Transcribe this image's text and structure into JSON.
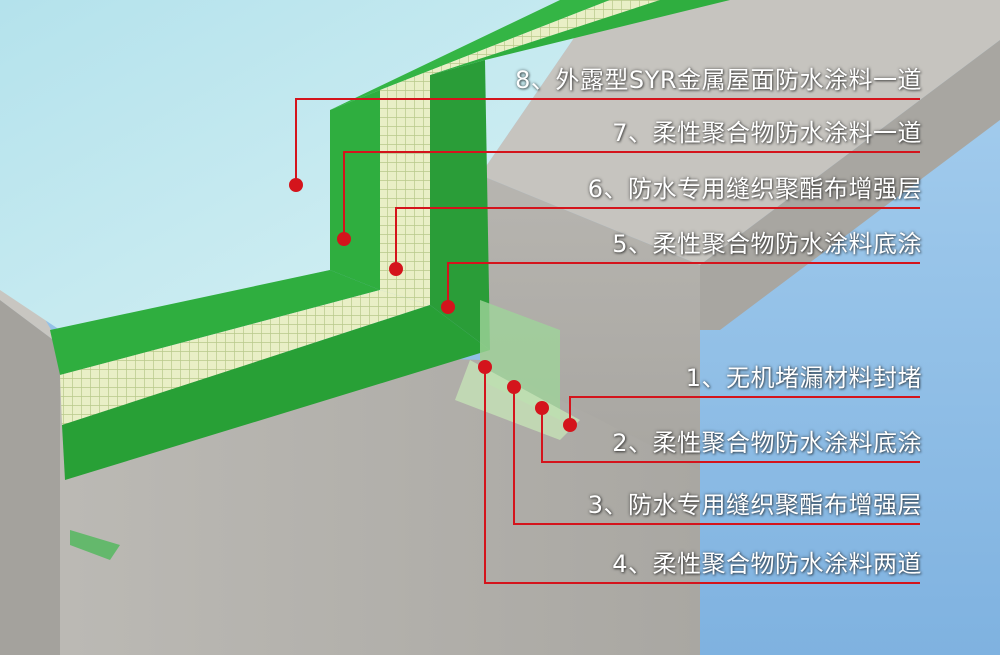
{
  "labels": [
    {
      "id": "8",
      "text": "8、外露型SYR金属屋面防水涂料一道"
    },
    {
      "id": "7",
      "text": "7、柔性聚合物防水涂料一道"
    },
    {
      "id": "6",
      "text": "6、防水专用缝织聚酯布增强层"
    },
    {
      "id": "5",
      "text": "5、柔性聚合物防水涂料底涂"
    },
    {
      "id": "1",
      "text": "1、无机堵漏材料封堵"
    },
    {
      "id": "2",
      "text": "2、柔性聚合物防水涂料底涂"
    },
    {
      "id": "3",
      "text": "3、防水专用缝织聚酯布增强层"
    },
    {
      "id": "4",
      "text": "4、柔性聚合物防水涂料两道"
    }
  ],
  "colors": {
    "leader": "#d4141c",
    "green": "#2fae3f",
    "concrete": "#b9b7b2",
    "sky": "#8fbde6",
    "topcoat": "#bfe6ee"
  }
}
